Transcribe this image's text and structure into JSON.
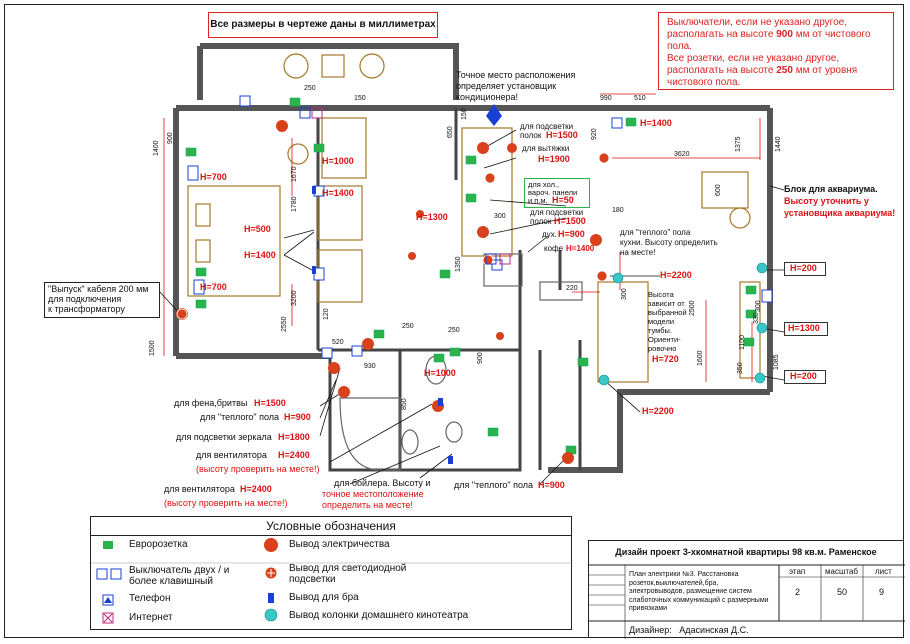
{
  "notes": {
    "units": "Все размеры в чертеже даны в миллиметрах",
    "switches_line1": "Выключатели, если не указано другое,",
    "switches_line2_a": "располагать на высоте ",
    "switches_height": "900",
    "switches_line2_b": " мм от чистового",
    "switches_line3": "пола.",
    "sockets_line1": "Все розетки, если не указано другое,",
    "sockets_line2_a": "располагать на высоте ",
    "sockets_height": "250",
    "sockets_line2_b": " мм от уровня",
    "sockets_line3": "чистового пола."
  },
  "annotations": {
    "ac_1": "Точное место расположения",
    "ac_2": "определяет установщик",
    "ac_3": "кондиционера!",
    "podsvetki_1": "для подсветки",
    "podsvetki_1b": "полок",
    "h1500a": "H=1500",
    "vytyazhki": "для вытяжки",
    "h1900": "H=1900",
    "hol_1": "для хол.,",
    "hol_2": "вароч. панели",
    "hol_3": "и п.м.",
    "h50": "H=50",
    "podsvetki_2": "для подсветки",
    "podsvetki_2b": "полок",
    "h1500b": "H=1500",
    "h900a": "H=900",
    "duh": "дух.",
    "h1400c": "H=1400",
    "kofe": "кофе",
    "teplyi_kitchen_1": "для \"теплого\" пола",
    "teplyi_kitchen_2": "кухни. Высоту определить",
    "teplyi_kitchen_3": "на месте!",
    "akvarium_1": "Блок для аквариума.",
    "akvarium_2": "Высоту уточнить у",
    "akvarium_3": "установщика аквариума!",
    "h1400_top": "H=1400",
    "h700a": "H=700",
    "h1000a": "H=1000",
    "h1400a": "H=1400",
    "h500": "H=500",
    "h1400b": "H=1400",
    "h1300a": "H=1300",
    "h700b": "H=700",
    "h2200a": "H=2200",
    "h200a": "H=200",
    "h1300b": "H=1300",
    "h200b": "H=200",
    "h2200b": "H=2200",
    "h720": "H=720",
    "height_depends_1": "Высота",
    "height_depends_2": "зависит от",
    "height_depends_3": "выбранной",
    "height_depends_4": "модели",
    "height_depends_5": "тумбы.",
    "height_depends_6": "Ориенти-",
    "height_depends_7": "ровочно",
    "h1000b": "H=1000",
    "cable_1": "\"Выпуск\" кабеля  200 мм",
    "cable_2": "для подключения",
    "cable_3": "к трансформатору",
    "fen": "для фена,бритвы",
    "h1500c": "H=1500",
    "teplyi_bath": "для \"теплого\" пола",
    "h900b": "H=900",
    "zerkalo": "для подсветки зеркала",
    "h1800": "H=1800",
    "vent1": "для вентилятора",
    "h2400a": "H=2400",
    "vent1_check": "(высоту проверить на месте!)",
    "vent2": "для вентилятора",
    "h2400b": "H=2400",
    "vent2_check": "(высоту проверить на месте!)",
    "boiler_1": "для бойлера. Высоту и",
    "boiler_2": "точное местоположение",
    "boiler_3": "определить на месте!",
    "teplyi_3": "для \"теплого\" пола",
    "h900c": "H=900"
  },
  "dimensions": [
    "250",
    "150",
    "990",
    "510",
    "920",
    "3620",
    "1375",
    "1440",
    "1400",
    "900",
    "1670",
    "1780",
    "2550",
    "1500",
    "120",
    "3200",
    "650",
    "150",
    "300",
    "180",
    "220",
    "1350",
    "300",
    "600",
    "250",
    "250",
    "520",
    "930",
    "850",
    "1600",
    "900",
    "1085",
    "350",
    "1100",
    "330",
    "300",
    "2500",
    "1600"
  ],
  "legend": {
    "title": "Условные обозначения",
    "items": [
      {
        "label": "Евророзетка"
      },
      {
        "label": "Выключатель двух / и более клавишный"
      },
      {
        "label": "Телефон"
      },
      {
        "label": "Интернет"
      },
      {
        "label": "Вывод электричества"
      },
      {
        "label": "Вывод для светодиодной подсветки"
      },
      {
        "label": "Вывод для бра"
      },
      {
        "label": "Вывод колонки домашнего кинотеатра"
      }
    ],
    "colors": {
      "socket": "#2bb34a",
      "switch": "#1a3fd6",
      "power": "#d8411c",
      "speaker": "#38c6c6"
    }
  },
  "stamp": {
    "title": "Дизайн  проект 3-хкомнатной квартиры 98 кв.м. Раменское",
    "description": "План электрики №3. Расстановка розеток,выключателей,бра, электровыводов, размещение систем слаботочных коммуникаций с размерными привязками",
    "stage_label": "этап",
    "scale_label": "масштаб",
    "sheet_label": "лист",
    "stage": "2",
    "scale": "50",
    "sheet": "9",
    "designer_label": "Дизайнер:",
    "designer": "Адасинская Д.С."
  }
}
